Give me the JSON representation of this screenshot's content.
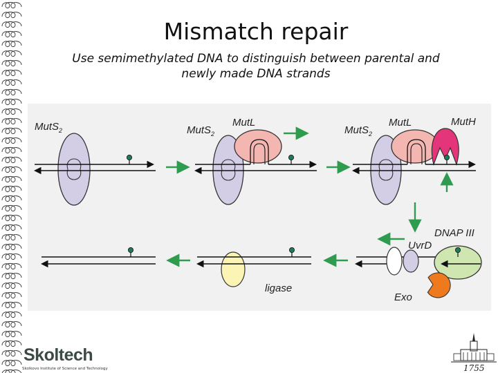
{
  "slide": {
    "title": "Mismatch repair",
    "subtitle_line1": "Use semimethylated DNA to distinguish between parental and",
    "subtitle_line2": "newly made DNA strands"
  },
  "diagram": {
    "label_muts": "MutS",
    "label_muts_sub": "2",
    "label_mutl": "MutL",
    "label_muth": "MutH",
    "label_dnap": "DNAP III",
    "label_uvrd": "UvrD",
    "label_exo": "Exo",
    "label_ligase": "ligase",
    "colors": {
      "muts": "#d4cde6",
      "mutl": "#f4b6b0",
      "muth": "#e5357a",
      "dnap": "#cfe6b0",
      "ligase": "#fbf4b4",
      "exo": "#ef7a1d",
      "arrow": "#2e9b4f",
      "methyl": "#1f7a5a"
    }
  },
  "logo": {
    "name": "Skoltech",
    "tagline": "Skolkovo Institute of Science and Technology"
  },
  "crest": {
    "year": "1755"
  }
}
